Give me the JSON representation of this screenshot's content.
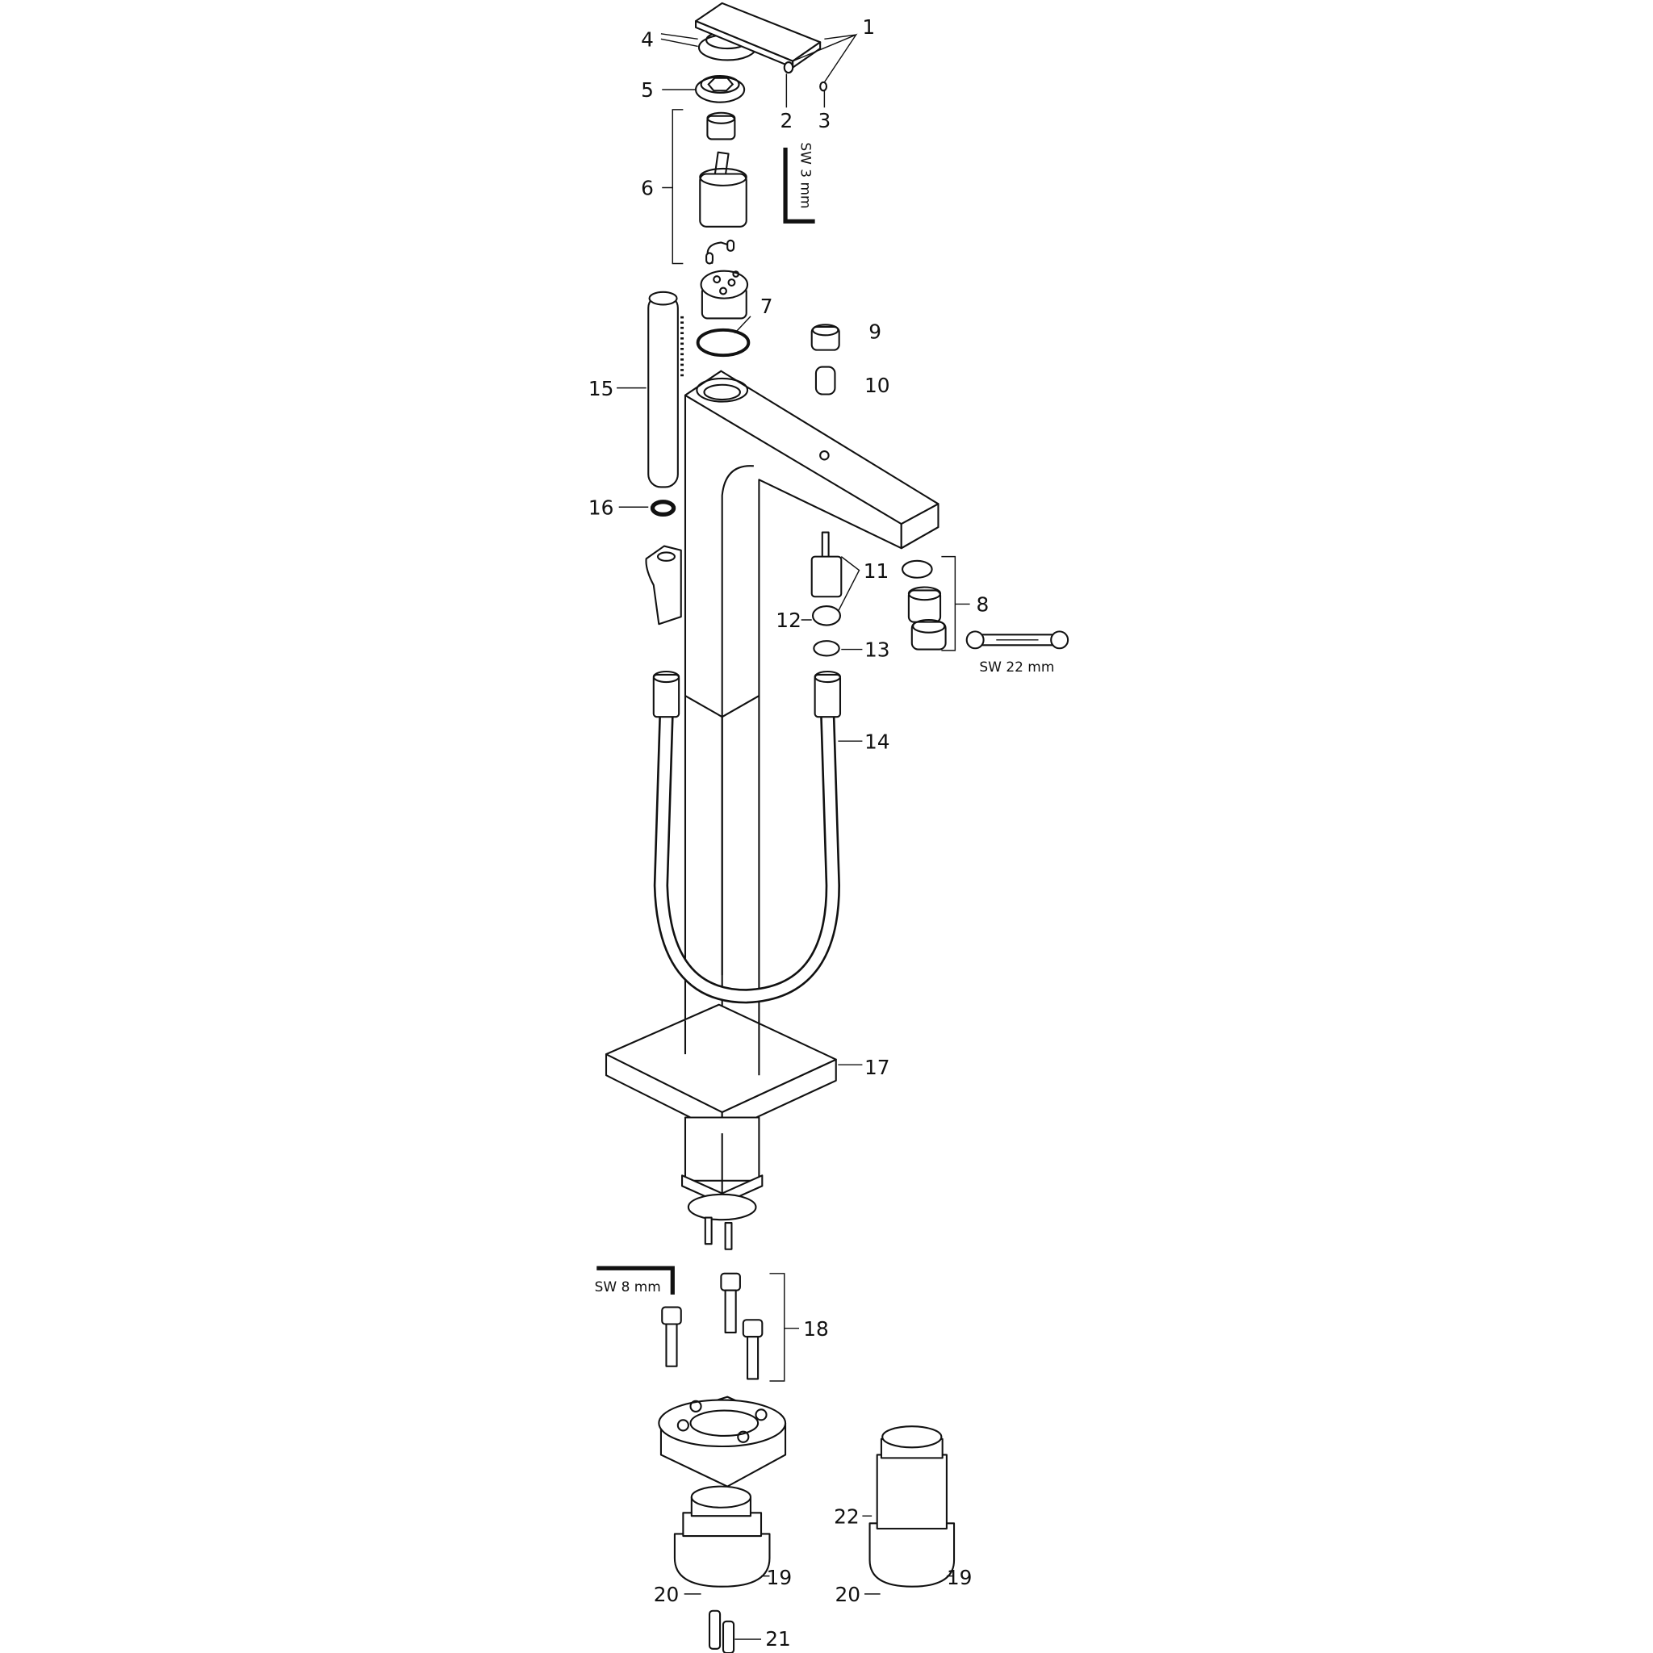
{
  "diagram": {
    "part_labels": {
      "p1": "1",
      "p2": "2",
      "p3": "3",
      "p4": "4",
      "p5": "5",
      "p6": "6",
      "p7": "7",
      "p8": "8",
      "p9": "9",
      "p10": "10",
      "p11": "11",
      "p12": "12",
      "p13": "13",
      "p14": "14",
      "p15": "15",
      "p16": "16",
      "p17": "17",
      "p18": "18",
      "p19a": "19",
      "p19b": "19",
      "p20a": "20",
      "p20b": "20",
      "p21": "21",
      "p22": "22"
    },
    "tool_labels": {
      "hex_key_3": "SW 3 mm",
      "wrench_22": "SW 22 mm",
      "hex_key_8": "SW 8 mm"
    },
    "colors": {
      "line": "#111111",
      "background": "#ffffff"
    }
  }
}
